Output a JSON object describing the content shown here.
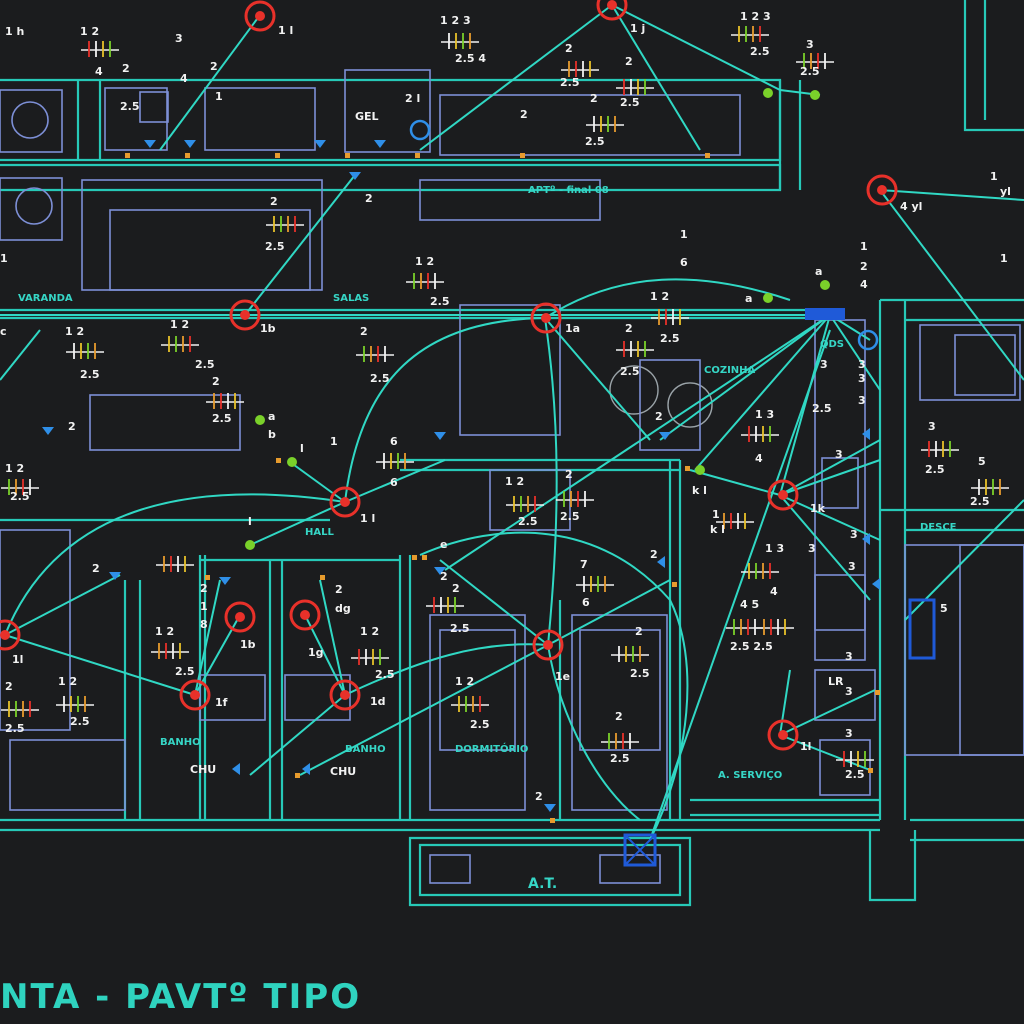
{
  "rooms": {
    "varanda": "VARANDA",
    "salas": "SALAS",
    "hall": "HALL",
    "banho1": "BANHO",
    "banho2": "BANHO",
    "dormitorio": "DORMITÓRIO",
    "cozinha": "COZINHA",
    "servico": "A. SERVIÇO",
    "apt": "APTº - final 08",
    "qds": "QDS",
    "desce": "DESCE",
    "at": "A.T."
  },
  "fixtures": {
    "gel": "GEL",
    "chu1": "CHU",
    "chu2": "CHU",
    "lr": "LR"
  },
  "plan_title": "NTA -  PAVTº TIPO",
  "colors": {
    "background": "#1b1c1e",
    "walls": "#27c9b8",
    "wiring": "#30d8c4",
    "furniture": "#7d8fd6",
    "lamps": "#e8312a",
    "text": "#f2f2f2"
  }
}
